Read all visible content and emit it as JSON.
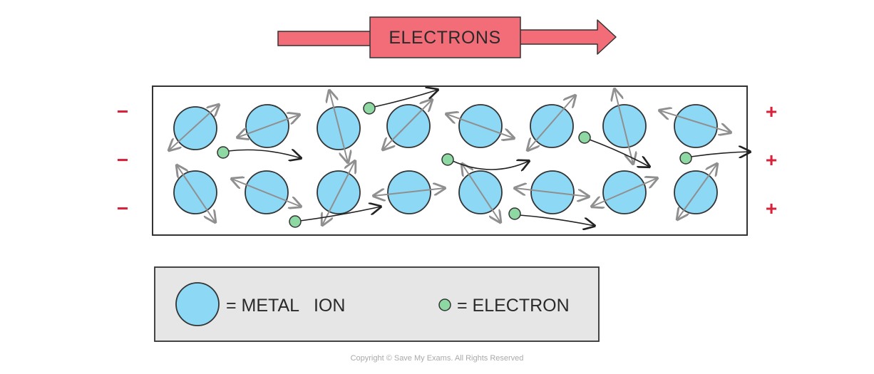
{
  "arrow_label": "ELECTRONS",
  "left_charges": [
    "−",
    "−",
    "−"
  ],
  "right_charges": [
    "+",
    "+",
    "+"
  ],
  "legend": {
    "ion_label": "= METAL   ION",
    "electron_label": "= ELECTRON"
  },
  "copyright": "Copyright © Save My Exams. All Rights Reserved",
  "colors": {
    "arrow_fill": "#f26d78",
    "ion_fill": "#8dd8f5",
    "electron_fill": "#8ed8a4",
    "charge_red": "#d8213a",
    "legend_bg": "#e6e6e6",
    "vibration_grey": "#8f8f8f"
  }
}
